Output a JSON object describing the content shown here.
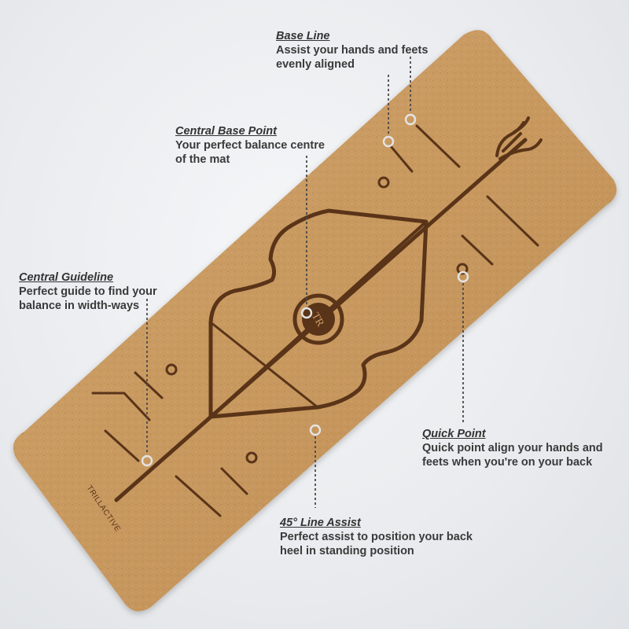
{
  "mat": {
    "brand": "TRILLACTIVE",
    "logo_text": "TR",
    "colors": {
      "cork": "#c89a64",
      "cork_dark": "#b8864f",
      "engraving": "#5a3418",
      "background": "#eceef0",
      "marker": "#e2e2e2",
      "leader": "#4a4a4a"
    }
  },
  "callouts": {
    "base_line": {
      "title": "Base Line",
      "desc_line1": "Assist your hands and feets",
      "desc_line2": "evenly aligned"
    },
    "central_base_point": {
      "title": "Central Base Point",
      "desc_line1": "Your perfect balance centre",
      "desc_line2": "of the mat"
    },
    "central_guideline": {
      "title": "Central Guideline",
      "desc_line1": "Perfect guide to find your",
      "desc_line2": "balance in width-ways"
    },
    "quick_point": {
      "title": "Quick Point",
      "desc_line1": "Quick point align your hands and",
      "desc_line2": "feets when you're on your back"
    },
    "line_assist_45": {
      "title": "45° Line Assist",
      "desc_line1": "Perfect assist to position your back",
      "desc_line2": "heel in standing position"
    }
  }
}
